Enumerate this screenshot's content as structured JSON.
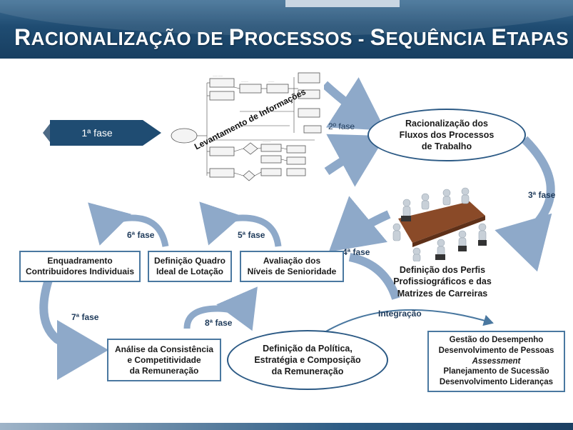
{
  "title": {
    "parts": [
      {
        "initial": "R",
        "rest": "ACIONALIZAÇÃO DE "
      },
      {
        "initial": "P",
        "rest": "ROCESSOS - "
      },
      {
        "initial": "S",
        "rest": "EQUÊNCIA "
      },
      {
        "initial": "E",
        "rest": "TAPAS"
      }
    ]
  },
  "phases": {
    "p1": "1ª fase",
    "p2": "2º fase",
    "p3": "3ª fase",
    "p4": "4ª fase",
    "p5": "5ª fase",
    "p6": "6ª fase",
    "p7": "7ª fase",
    "p8": "8ª fase"
  },
  "flowchart_caption": "Levantamento de Informações",
  "racionalizacao": [
    "Racionalização dos",
    "Fluxos dos Processos",
    "de Trabalho"
  ],
  "perfis": [
    "Definição dos Perfis",
    "Profissiográficos e das",
    "Matrizes de Carreiras"
  ],
  "avaliacao": [
    "Avaliação dos",
    "Níveis de Senioridade"
  ],
  "quadro": [
    "Definição Quadro",
    "Ideal de Lotação"
  ],
  "enquadramento": [
    "Enquadramento",
    "Contribuidores Individuais"
  ],
  "analise": [
    "Análise da Consistência",
    "e Competitividade",
    "da Remuneração"
  ],
  "politica": [
    "Definição da Política,",
    "Estratégia e Composição",
    "da Remuneração"
  ],
  "integracao": "Integração",
  "gestao": {
    "l1": "Gestão do Desempenho",
    "l2": "Desenvolvimento de Pessoas",
    "l3": "Assessment",
    "l4": "Planejamento de Sucessão",
    "l5": "Desenvolvimento Lideranças"
  },
  "colors": {
    "title_bg": "#1f4c72",
    "arrow": "#8ea9c9",
    "box_border": "#4a78a0",
    "phase1_fill": "#1f4c72"
  }
}
